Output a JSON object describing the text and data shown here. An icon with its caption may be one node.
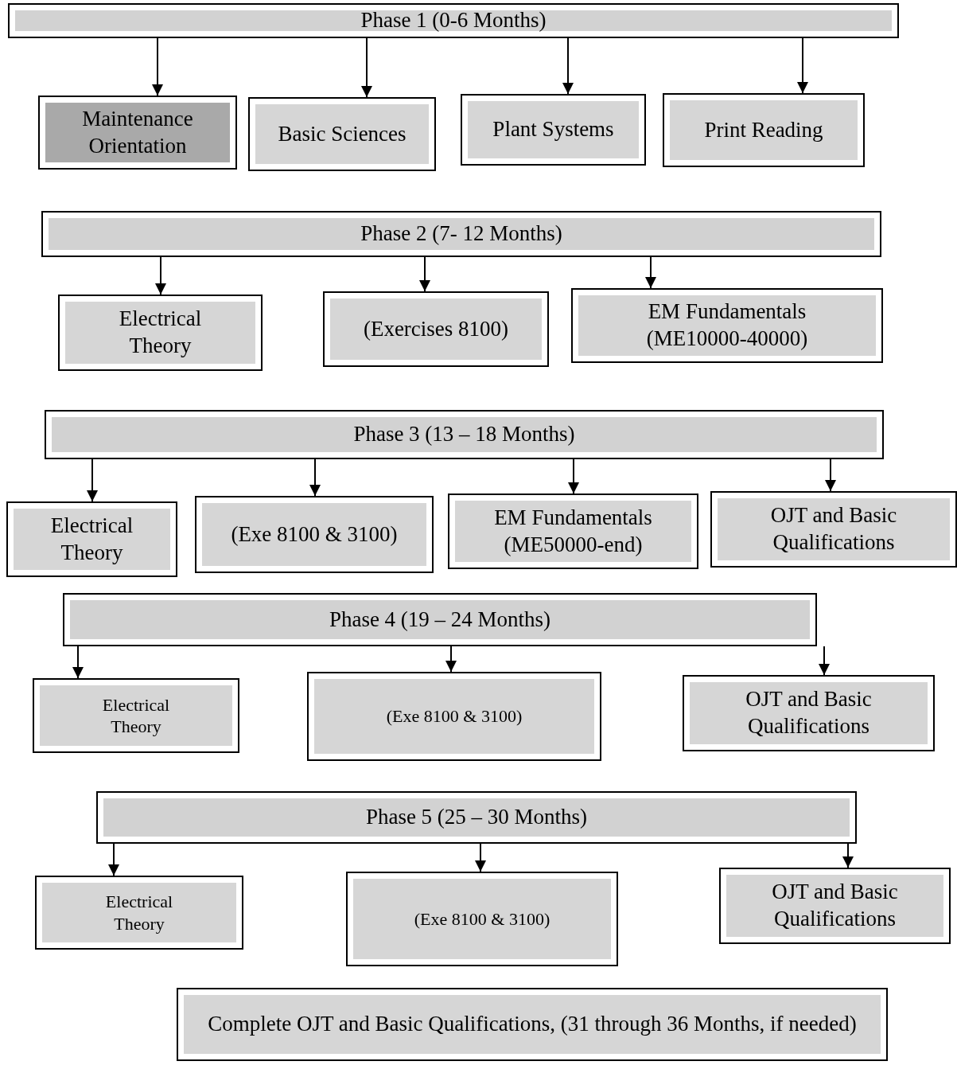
{
  "diagram": {
    "nodes": [
      {
        "text": [
          "Phase 1 (0-6 Months)"
        ]
      },
      {
        "text": [
          "Maintenance Orientation"
        ]
      },
      {
        "text": [
          "Basic Sciences"
        ]
      },
      {
        "text": [
          "Plant Systems"
        ]
      },
      {
        "text": [
          "Print Reading"
        ]
      },
      {
        "text": [
          "Phase 2 (7- 12 Months)"
        ]
      },
      {
        "text": [
          "Electrical Theory"
        ]
      },
      {
        "text": [
          "(Exercises 8100)"
        ]
      },
      {
        "text": [
          "EM Fundamentals (ME10000-40000)"
        ]
      },
      {
        "text": [
          "Phase 3 (13 – 18 Months)"
        ]
      },
      {
        "text": [
          "Electrical Theory"
        ]
      },
      {
        "text": [
          "(Exe 8100 & 3100)"
        ]
      },
      {
        "text": [
          "EM Fundamentals (ME50000-end)"
        ]
      },
      {
        "text": [
          "OJT and Basic Qualifications"
        ]
      },
      {
        "text": [
          "Phase 4 (19 – 24 Months)"
        ]
      },
      {
        "text": [
          "Electrical Theory"
        ]
      },
      {
        "text": [
          "(Exe 8100 & 3100)"
        ]
      },
      {
        "text": [
          "OJT and Basic Qualifications"
        ]
      },
      {
        "text": [
          "Phase 5 (25 – 30 Months)"
        ]
      },
      {
        "text": [
          "Electrical Theory"
        ]
      },
      {
        "text": [
          "(Exe 8100 & 3100)"
        ]
      },
      {
        "text": [
          "OJT and Basic Qualifications"
        ]
      },
      {
        "text": [
          "Complete OJT and Basic Qualifications, (31 through 36 Months, if needed)"
        ]
      }
    ],
    "edges": [
      {
        "from": 0,
        "to": 1,
        "arrow": "to"
      },
      {
        "from": 0,
        "to": 2,
        "arrow": "to"
      },
      {
        "from": 0,
        "to": 3,
        "arrow": "to"
      },
      {
        "from": 0,
        "to": 4,
        "arrow": "to"
      },
      {
        "from": 5,
        "to": 6,
        "arrow": "to"
      },
      {
        "from": 5,
        "to": 7,
        "arrow": "to"
      },
      {
        "from": 5,
        "to": 8,
        "arrow": "to"
      },
      {
        "from": 9,
        "to": 10,
        "arrow": "to"
      },
      {
        "from": 9,
        "to": 11,
        "arrow": "to"
      },
      {
        "from": 9,
        "to": 12,
        "arrow": "to"
      },
      {
        "from": 9,
        "to": 13,
        "arrow": "to"
      },
      {
        "from": 14,
        "to": 15,
        "arrow": "to"
      },
      {
        "from": 14,
        "to": 16,
        "arrow": "to"
      },
      {
        "from": 14,
        "to": 17,
        "arrow": "to"
      },
      {
        "from": 18,
        "to": 19,
        "arrow": "to"
      },
      {
        "from": 18,
        "to": 20,
        "arrow": "to"
      },
      {
        "from": 18,
        "to": 21,
        "arrow": "to"
      }
    ]
  }
}
